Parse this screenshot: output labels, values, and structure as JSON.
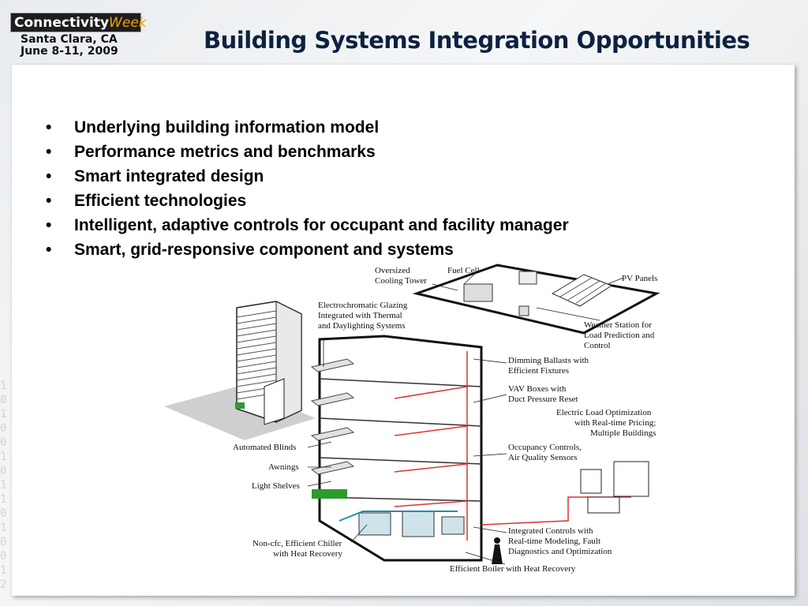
{
  "header": {
    "logo": {
      "brand": "Connectivity",
      "brand_accent": "Week"
    },
    "location_line1": "Santa Clara, CA",
    "location_line2": "June 8-11, 2009",
    "title": "Building Systems Integration Opportunities"
  },
  "bullets": [
    "Underlying building information model",
    "Performance metrics and benchmarks",
    "Smart integrated design",
    "Efficient technologies",
    "Intelligent, adaptive controls for occupant and facility manager",
    "Smart, grid-responsive component and systems"
  ],
  "diagram": {
    "labels": {
      "oversized_cooling_tower_1": "Oversized",
      "oversized_cooling_tower_2": "Cooling Tower",
      "fuel_cell": "Fuel Cell",
      "pv_panels": "PV Panels",
      "glazing_1": "Electrochromatic Glazing",
      "glazing_2": "Integrated with Thermal",
      "glazing_3": "and Daylighting Systems",
      "weather_1": "Weather Station for",
      "weather_2": "Load Prediction and",
      "weather_3": "Control",
      "dimming_1": "Dimming Ballasts with",
      "dimming_2": "Efficient Fixtures",
      "vav_1": "VAV Boxes with",
      "vav_2": "Duct Pressure Reset",
      "electric_1": "Electric Load Optimization",
      "electric_2": "with Real-time Pricing;",
      "electric_3": "Multiple Buildings",
      "automated_blinds": "Automated Blinds",
      "awnings": "Awnings",
      "light_shelves": "Light Shelves",
      "occupancy_1": "Occupancy Controls,",
      "occupancy_2": "Air Quality Sensors",
      "chiller_1": "Non-cfc, Efficient Chiller",
      "chiller_2": "with Heat Recovery",
      "integrated_1": "Integrated Controls with",
      "integrated_2": "Real-time Modeling, Fault",
      "integrated_3": "Diagnostics and Optimization",
      "boiler": "Efficient Boiler with Heat Recovery"
    }
  }
}
